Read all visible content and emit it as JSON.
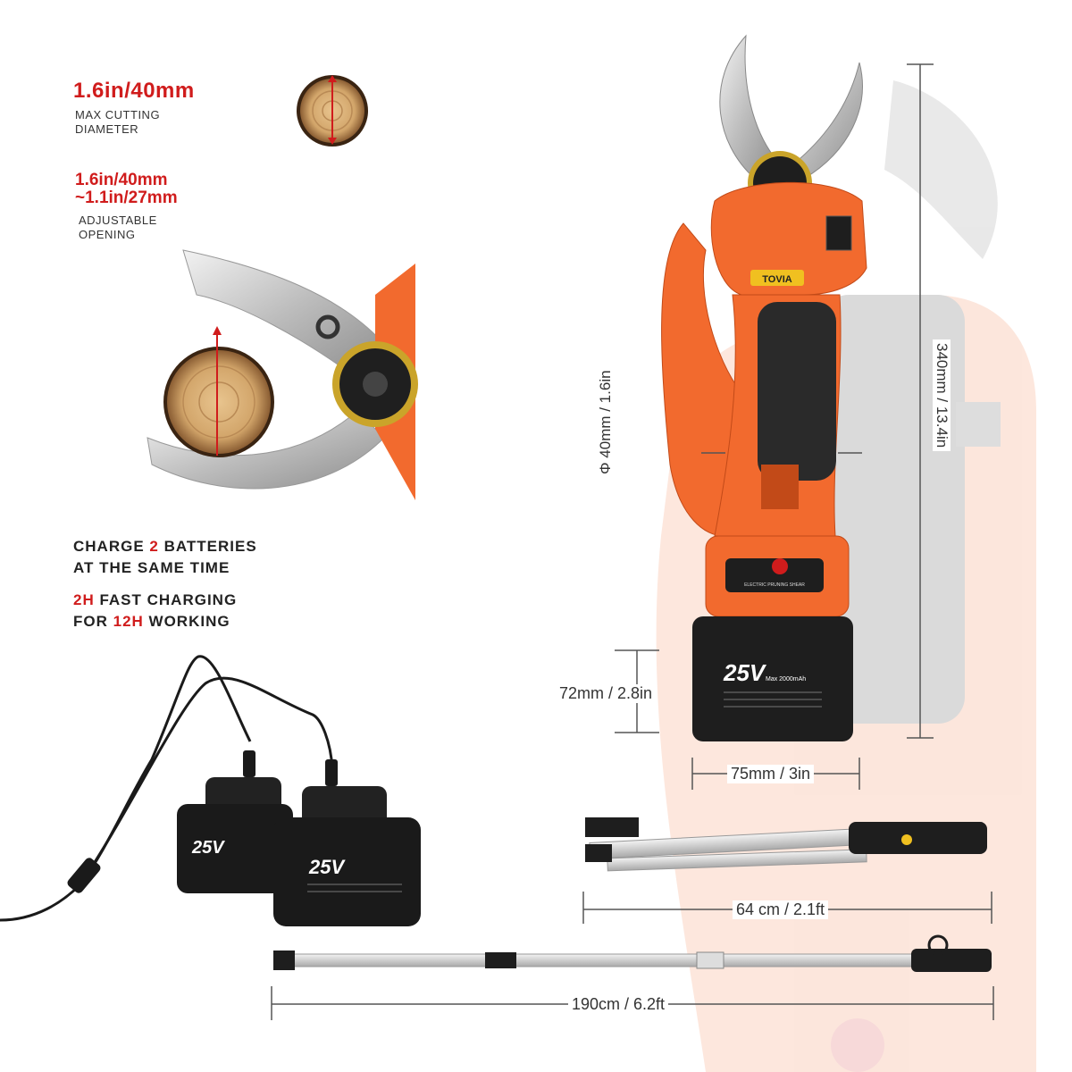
{
  "specs": {
    "max_cut_value": "1.6in/40mm",
    "max_cut_label_1": "MAX CUTTING",
    "max_cut_label_2": "DIAMETER",
    "opening_value_1": "1.6in/40mm",
    "opening_value_2": "~1.1in/27mm",
    "opening_label_1": "ADJUSTABLE",
    "opening_label_2": "OPENING"
  },
  "charging": {
    "line1_pre": "CHARGE ",
    "line1_num": "2",
    "line1_post": " BATTERIES",
    "line2": "AT THE SAME TIME",
    "line3_num": "2H",
    "line3_post": " FAST CHARGING",
    "line4_pre": "FOR ",
    "line4_num": "12H",
    "line4_post": " WORKING"
  },
  "dimensions": {
    "height": "340mm / 13.4in",
    "grip": "Φ 40mm / 1.6in",
    "battery_height": "72mm / 2.8in",
    "battery_width": "75mm / 3in",
    "pole_short": "64 cm / 2.1ft",
    "pole_long": "190cm / 6.2ft"
  },
  "product": {
    "brand": "TOVIA",
    "battery_voltage": "25V",
    "battery_sub": "Max 2000mAh",
    "panel_text": "ELECTRIC PRUNING SHEAR"
  },
  "colors": {
    "accent": "#d01c1c",
    "body_orange": "#f26a2e",
    "grip_black": "#2a2a2a"
  }
}
